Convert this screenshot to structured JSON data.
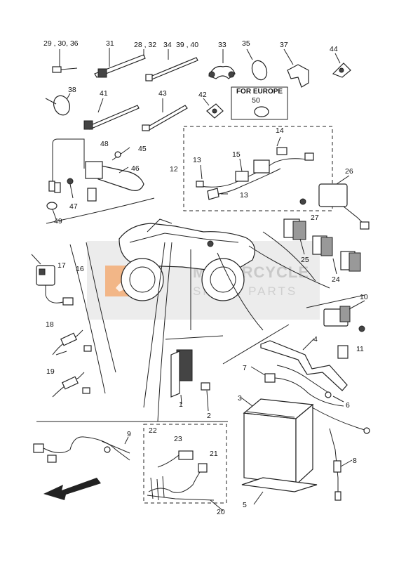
{
  "labels": {
    "n1": "1",
    "n2": "2",
    "n3": "3",
    "n4": "4",
    "n5": "5",
    "n6": "6",
    "n7": "7",
    "n8": "8",
    "n9": "9",
    "n10": "10",
    "n11": "11",
    "n12": "12",
    "n13a": "13",
    "n13b": "13",
    "n14": "14",
    "n15": "15",
    "n16": "16",
    "n17": "17",
    "n18": "18",
    "n19": "19",
    "n20": "20",
    "n21": "21",
    "n22": "22",
    "n23": "23",
    "n24": "24",
    "n25": "25",
    "n26": "26",
    "n27": "27",
    "n28_32": "28 , 32",
    "n29_30_36": "29 , 30, 36",
    "n31": "31",
    "n33": "33",
    "n34": "34",
    "n35": "35",
    "n37": "37",
    "n38": "38",
    "n39_40": "39 , 40",
    "n41": "41",
    "n42": "42",
    "n43": "43",
    "n44": "44",
    "n45": "45",
    "n46": "46",
    "n47": "47",
    "n48": "48",
    "n49": "49",
    "n50": "50"
  },
  "euro_note": "FOR EUROPE",
  "watermark": {
    "line1": "MOTORCYCLE",
    "line2": "SPARE PARTS",
    "accent_color": "#f2b27a",
    "box_color": "#e6e6e6"
  },
  "icons": [
    "front-arrow-icon",
    "watermark-logo-icon"
  ]
}
